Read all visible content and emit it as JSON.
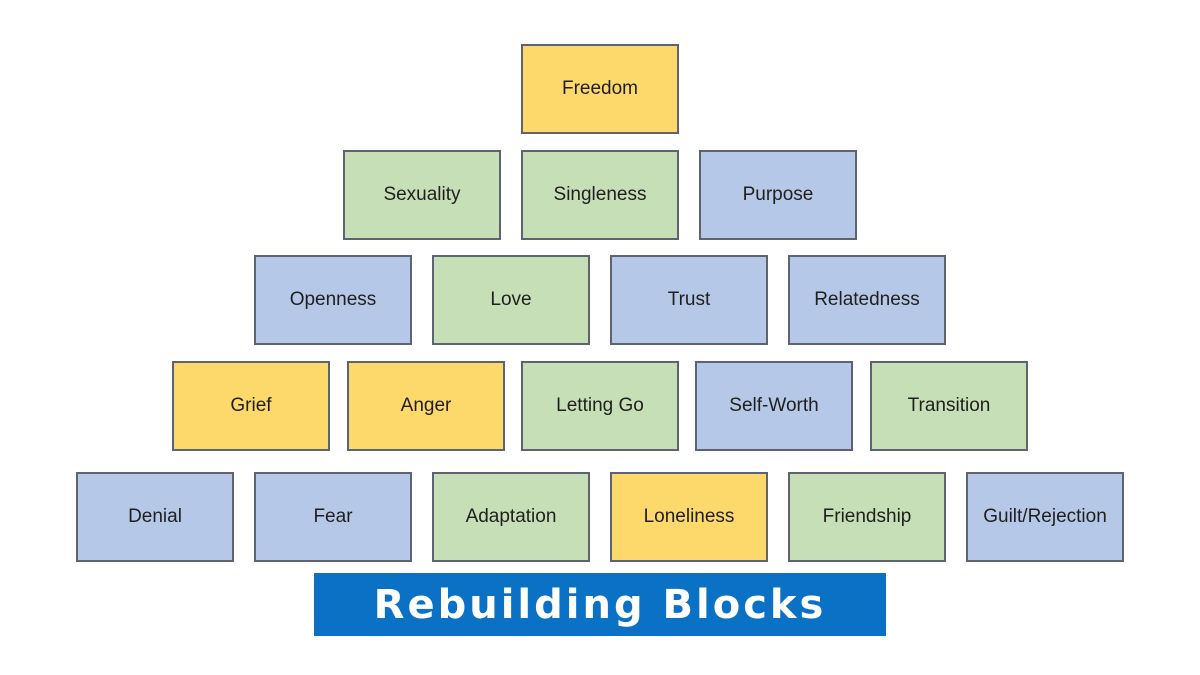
{
  "palette": {
    "yellow": "#fdd96c",
    "green": "#c7dfb6",
    "blue": "#b6c8e8",
    "border": "#5d6370",
    "banner": "#0b71c5"
  },
  "rows": [
    {
      "blocks": [
        {
          "label": "Freedom",
          "color": "yellow"
        }
      ]
    },
    {
      "blocks": [
        {
          "label": "Sexuality",
          "color": "green"
        },
        {
          "label": "Singleness",
          "color": "green"
        },
        {
          "label": "Purpose",
          "color": "blue"
        }
      ]
    },
    {
      "blocks": [
        {
          "label": "Openness",
          "color": "blue"
        },
        {
          "label": "Love",
          "color": "green"
        },
        {
          "label": "Trust",
          "color": "blue"
        },
        {
          "label": "Relatedness",
          "color": "blue"
        }
      ]
    },
    {
      "blocks": [
        {
          "label": "Grief",
          "color": "yellow"
        },
        {
          "label": "Anger",
          "color": "yellow"
        },
        {
          "label": "Letting Go",
          "color": "green"
        },
        {
          "label": "Self-Worth",
          "color": "blue"
        },
        {
          "label": "Transition",
          "color": "green"
        }
      ]
    },
    {
      "blocks": [
        {
          "label": "Denial",
          "color": "blue"
        },
        {
          "label": "Fear",
          "color": "blue"
        },
        {
          "label": "Adaptation",
          "color": "green"
        },
        {
          "label": "Loneliness",
          "color": "yellow"
        },
        {
          "label": "Friendship",
          "color": "green"
        },
        {
          "label": "Guilt/Rejection",
          "color": "blue"
        }
      ]
    }
  ],
  "banner": {
    "title": "Rebuilding Blocks"
  }
}
